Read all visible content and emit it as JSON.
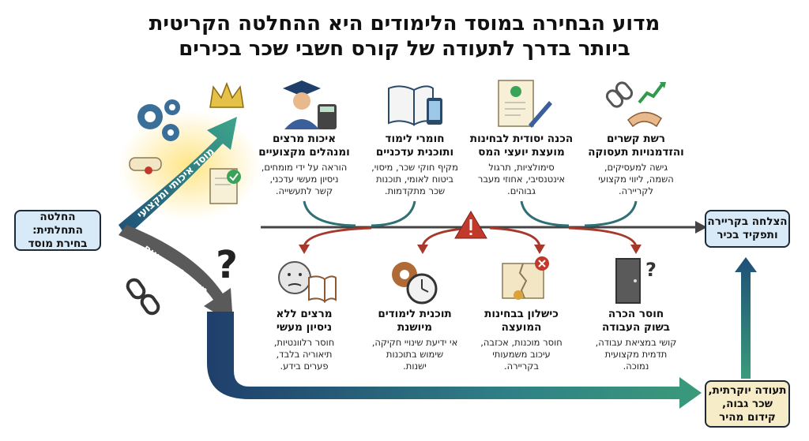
{
  "title": {
    "line1": "מדוע הבחירה במוסד הלימודים היא ההחלטה הקריטית",
    "line2": "ביותר בדרך לתעודה של קורס חשבי שכר בכירים"
  },
  "decision_box": {
    "line1": "החלטה התחלתית:",
    "line2": "בחירת מוסד"
  },
  "paths": {
    "quality": "מוסד איכותי ומקצועי",
    "unsuitable": "מוסד לא מתאים"
  },
  "success_box": {
    "line1": "הצלחה בקריירה",
    "line2": "ותפקיד בכיר"
  },
  "diploma_box": {
    "line1": "תעודה יוקרתית,",
    "line2": "שכר גבוה,",
    "line3": "קידום מהיר"
  },
  "positive": [
    {
      "title1": "רשת קשרים",
      "title2": "והזדמנויות תעסוקה",
      "desc": [
        "גישה למעסיקים,",
        "השמה, ליווי מקצועי",
        "לקריירה."
      ],
      "icon": "handshake-chain-icon"
    },
    {
      "title1": "הכנה יסודית לבחינות",
      "title2": "מועצת יועצי המס",
      "desc": [
        "סימולציות, תרגול",
        "אינטנסיבי, אחוזי מעבר",
        "גבוהים."
      ],
      "icon": "certificate-pen-icon"
    },
    {
      "title1": "חומרי לימוד",
      "title2": "ותוכנית עדכניים",
      "desc": [
        "מקיף חוקי שכר, מיסוי,",
        "ביטוח לאומי, תוכנות",
        "שכר מתקדמות."
      ],
      "icon": "book-tablet-icon"
    },
    {
      "title1": "איכות מרצים",
      "title2": "ומנהלים מקצועיים",
      "desc": [
        "הוראה על ידי מומחים,",
        "ניסיון מעשי עדכני,",
        "קשר לתעשייה."
      ],
      "icon": "graduate-calculator-icon"
    }
  ],
  "negative": [
    {
      "title1": "חוסר הכרה",
      "title2": "בשוק העבודה",
      "desc": [
        "קושי במציאת עבודה,",
        "תדמית מקצועית",
        "נמוכה."
      ],
      "icon": "closed-door-icon"
    },
    {
      "title1": "כישלון בבחינות",
      "title2": "המועצה",
      "desc": [
        "חוסר מוכנות, אכזבה,",
        "עיכוב משמעותי",
        "בקריירה."
      ],
      "icon": "torn-certificate-icon"
    },
    {
      "title1": "תוכנית לימודים",
      "title2": "מיושנת",
      "desc": [
        "אי ידיעת שינויי חקיקה,",
        "שימוש בתוכנות",
        "ישנות."
      ],
      "icon": "rusty-gears-clock-icon"
    },
    {
      "title1": "מרצים ללא",
      "title2": "ניסיון מעשי",
      "desc": [
        "חוסר רלוונטיות,",
        "תיאוריה בלבד,",
        "פערים בידע."
      ],
      "icon": "confused-face-book-icon"
    }
  ],
  "colors": {
    "teal": "#2b8f8a",
    "navy": "#1f3f6b",
    "gold": "#d9b43a",
    "gray": "#555555",
    "red": "#b3372a",
    "box_blue": "#d8eaf7",
    "box_cream": "#f7ecc8"
  }
}
